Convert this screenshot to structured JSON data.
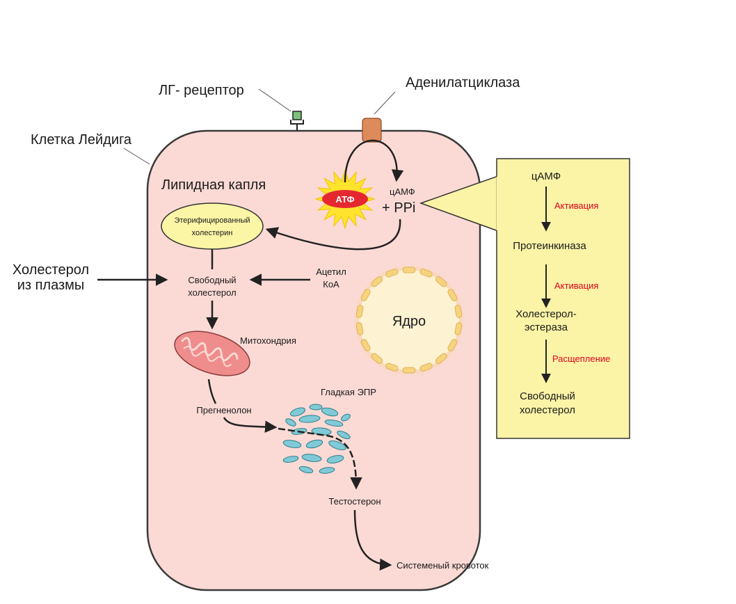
{
  "labels": {
    "lh_receptor": "ЛГ- рецептор",
    "adenylate_cyclase": "Аденилатциклаза",
    "leydig_cell": "Клетка Лейдига",
    "lipid_droplet": "Липидная капля",
    "esterified_cholesterol_1": "Этерифицированный",
    "esterified_cholesterol_2": "холестерин",
    "plasma_cholesterol_1": "Холестерол",
    "plasma_cholesterol_2": "из плазмы",
    "free_cholesterol_1": "Свободный",
    "free_cholesterol_2": "холестерол",
    "acetyl_coa_1": "Ацетил",
    "acetyl_coa_2": "КоА",
    "atp": "АТФ",
    "camp": "цАМФ",
    "ppi": "+ PPi",
    "nucleus": "Ядро",
    "mitochondrion": "Митохондрия",
    "smooth_er": "Гладкая ЭПР",
    "pregnenolone": "Прегненолон",
    "testosterone": "Тестостерон",
    "systemic_circulation": "Системеный кровоток"
  },
  "cascade": {
    "camp": "цАМФ",
    "activation_1": "Активация",
    "protein_kinase": "Протеинкиназа",
    "activation_2": "Активация",
    "cholesterol_esterase_1": "Холестерол-",
    "cholesterol_esterase_2": "эстераза",
    "cleavage": "Расщепление",
    "free_cholesterol_1": "Свободный",
    "free_cholesterol_2": "холестерол"
  },
  "colors": {
    "cell_fill": "#fbdad5",
    "cell_stroke": "#3a3a3a",
    "droplet_fill": "#fbf5a6",
    "nucleus_fill": "#fdf2d2",
    "nucleus_envelope": "#f6d37e",
    "mito_fill": "#ef8d8d",
    "er_fill": "#7fcad6",
    "cascade_fill": "#fbf3a6",
    "adenylate_cyclase": "#dd8b5a",
    "receptor": "#7cc27a",
    "atp_burst": "#ffe32d",
    "atp_oval": "#e52830",
    "accent_red": "#e3001b"
  }
}
